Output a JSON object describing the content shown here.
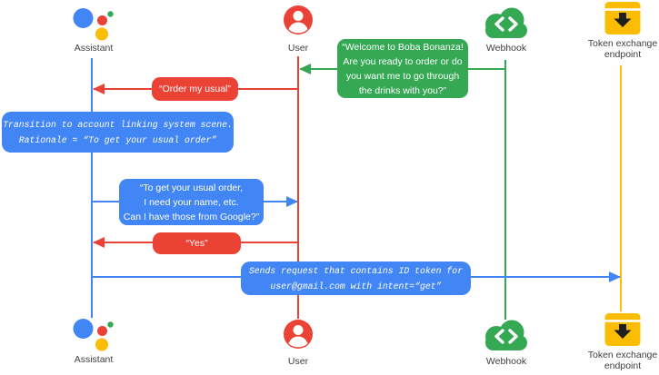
{
  "colors": {
    "blue": "#4285F4",
    "red": "#EA4335",
    "green": "#34A853",
    "yellow": "#FBBC04",
    "label_gray": "#3C4043",
    "icon_glyph_dark": "#1F1F1F",
    "background": "#FFFFFF"
  },
  "actors": [
    {
      "id": "assistant",
      "label": "Assistant",
      "icon": "google-assistant-icon",
      "lifeline_color": "#4285F4"
    },
    {
      "id": "user",
      "label": "User",
      "icon": "user-account-icon",
      "lifeline_color": "#EA4335"
    },
    {
      "id": "webhook",
      "label": "Webhook",
      "icon": "webhook-cloud-icon",
      "lifeline_color": "#34A853"
    },
    {
      "id": "token_endpoint",
      "label": "Token exchange\nendpoint",
      "icon": "token-exchange-endpoint-icon",
      "lifeline_color": "#FBBC04"
    }
  ],
  "messages": [
    {
      "id": "welcome",
      "from": "Webhook",
      "to": "User",
      "direction": "left",
      "color": "#34A853",
      "style": "speech",
      "text": "“Welcome to Boba Bonanza!\nAre you ready to order or do\nyou want me to go through\nthe drinks with you?”"
    },
    {
      "id": "order_my_usual",
      "from": "User",
      "to": "Assistant",
      "direction": "left",
      "color": "#EA4335",
      "style": "speech",
      "text": "“Order my usual”"
    },
    {
      "id": "transition_note",
      "on": "Assistant",
      "direction": "none",
      "color": "#4285F4",
      "style": "note",
      "text": "Transition to account linking system scene.\nRationale = “To get your usual order”"
    },
    {
      "id": "ask_account_linking",
      "from": "Assistant",
      "to": "User",
      "direction": "right",
      "color": "#4285F4",
      "style": "speech",
      "text": "“To get your usual order,\nI need your name, etc.\nCan I have those from Google?”"
    },
    {
      "id": "yes",
      "from": "User",
      "to": "Assistant",
      "direction": "left",
      "color": "#EA4335",
      "style": "speech",
      "text": "“Yes”"
    },
    {
      "id": "send_id_token",
      "from": "Assistant",
      "to": "Token exchange endpoint",
      "direction": "right",
      "color": "#4285F4",
      "style": "note",
      "text": "Sends request that contains ID token for\nuser@gmail.com with intent=“get”"
    }
  ]
}
